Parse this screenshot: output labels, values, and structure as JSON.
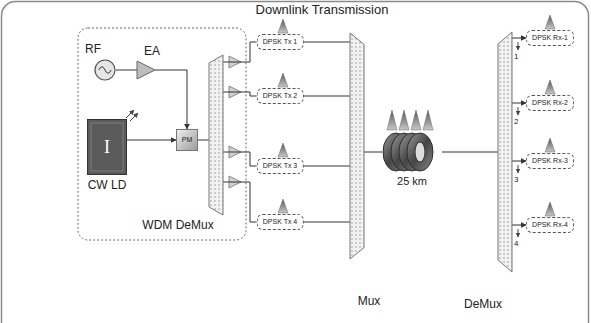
{
  "diagram": {
    "title": "Downlink Transmission",
    "nodes": [
      {
        "text": [
          "RF"
        ]
      },
      {
        "text": [
          "EA"
        ]
      },
      {
        "text": [
          "I",
          "CW LD"
        ]
      },
      {
        "text": [
          "PM"
        ]
      },
      {
        "text": [
          "WDM DeMux"
        ]
      },
      {
        "text": [
          "DPSK Tx 1"
        ]
      },
      {
        "text": [
          "DPSK Tx 2"
        ]
      },
      {
        "text": [
          "DPSK Tx 3"
        ]
      },
      {
        "text": [
          "DPSK Tx 4"
        ]
      },
      {
        "text": [
          "Mux"
        ]
      },
      {
        "text": [
          "25 km"
        ]
      },
      {
        "text": [
          "DeMux"
        ]
      },
      {
        "text": [
          "DPSK Rx-1"
        ]
      },
      {
        "text": [
          "DPSK Rx-2"
        ]
      },
      {
        "text": [
          "DPSK Rx-3"
        ]
      },
      {
        "text": [
          "DPSK Rx-4"
        ]
      }
    ],
    "edges": [
      {
        "from": 0,
        "to": 1,
        "arrow": "none"
      },
      {
        "from": 1,
        "to": 3,
        "arrow": "to"
      },
      {
        "from": 2,
        "to": 3,
        "arrow": "to"
      },
      {
        "from": 3,
        "to": 4,
        "arrow": "none"
      },
      {
        "from": 4,
        "to": 5,
        "arrow": "none"
      },
      {
        "from": 4,
        "to": 6,
        "arrow": "none"
      },
      {
        "from": 4,
        "to": 7,
        "arrow": "none"
      },
      {
        "from": 4,
        "to": 8,
        "arrow": "none"
      },
      {
        "from": 5,
        "to": 9,
        "arrow": "none"
      },
      {
        "from": 6,
        "to": 9,
        "arrow": "none"
      },
      {
        "from": 7,
        "to": 9,
        "arrow": "none"
      },
      {
        "from": 8,
        "to": 9,
        "arrow": "none"
      },
      {
        "from": 9,
        "to": 10,
        "arrow": "none"
      },
      {
        "from": 10,
        "to": 11,
        "arrow": "none"
      },
      {
        "from": 11,
        "to": 12,
        "arrow": "to"
      },
      {
        "from": 11,
        "to": 13,
        "arrow": "to"
      },
      {
        "from": 11,
        "to": 14,
        "arrow": "to"
      },
      {
        "from": 11,
        "to": 15,
        "arrow": "to"
      }
    ],
    "labels": [
      "1",
      "2",
      "3",
      "4"
    ]
  }
}
